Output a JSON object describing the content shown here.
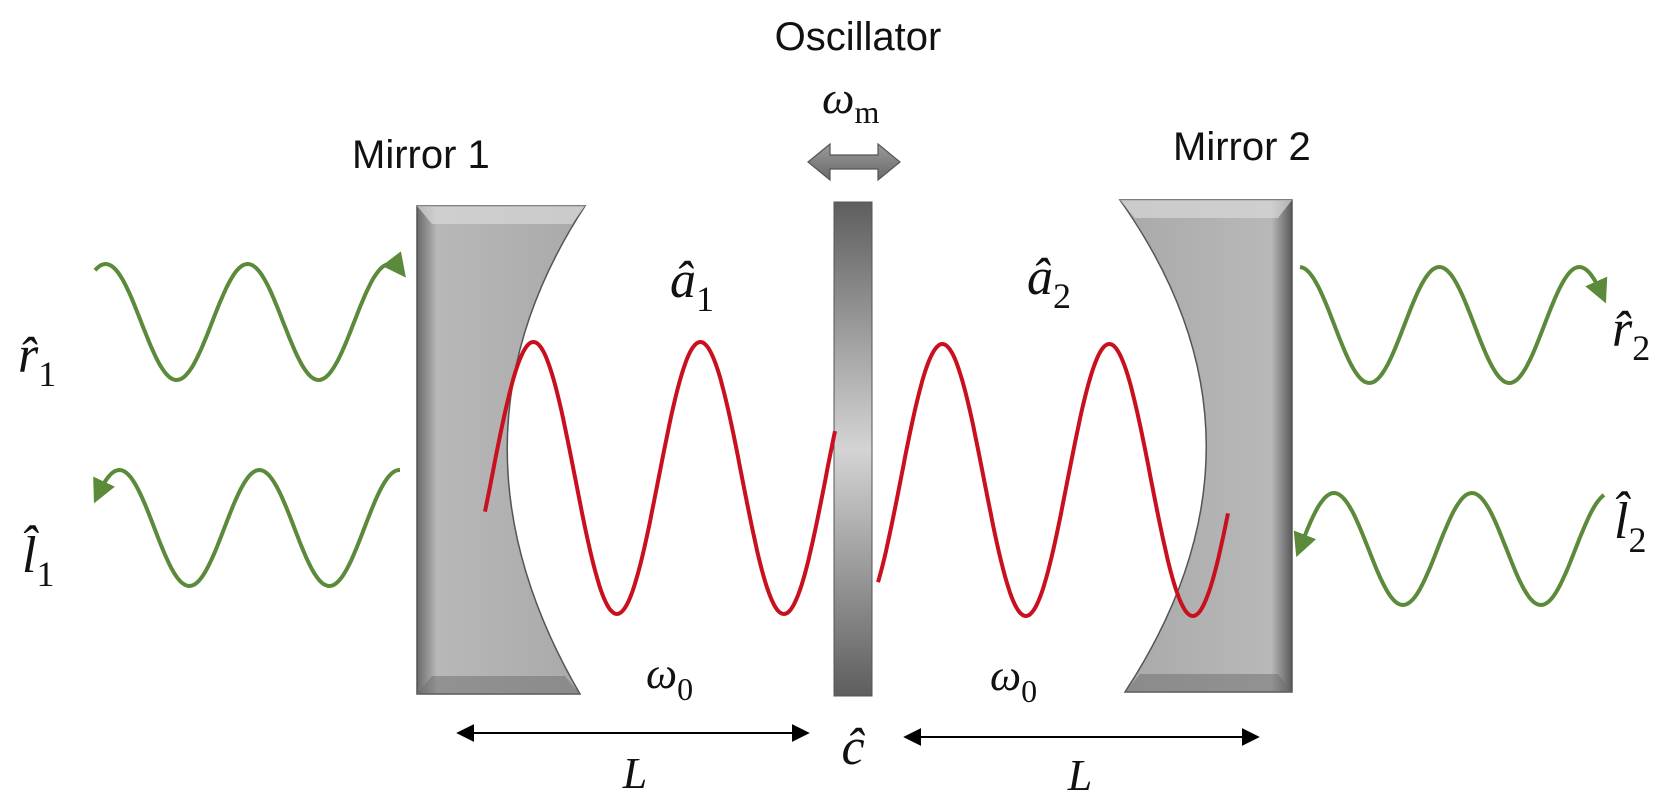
{
  "labels": {
    "oscillator": "Oscillator",
    "omega_m": {
      "base": "ω",
      "sub": "m"
    },
    "mirror1": "Mirror 1",
    "mirror2": "Mirror 2",
    "a1": {
      "base": "â",
      "sub": "1"
    },
    "a2": {
      "base": "â",
      "sub": "2"
    },
    "r1": {
      "base": "r̂",
      "sub": "1"
    },
    "r2": {
      "base": "r̂",
      "sub": "2"
    },
    "l1": {
      "base": "l̂",
      "sub": "1"
    },
    "l2": {
      "base": "l̂",
      "sub": "2"
    },
    "omega0_left": {
      "base": "ω",
      "sub": "0"
    },
    "omega0_right": {
      "base": "ω",
      "sub": "0"
    },
    "c": "ĉ",
    "L_left": "L",
    "L_right": "L"
  },
  "colors": {
    "cavity_field": "#c8101e",
    "external_field": "#5a8a3a",
    "mirror_gray": "#a8a8a8",
    "oscillator_gray": "#6f6f6f",
    "text": "#111111"
  }
}
